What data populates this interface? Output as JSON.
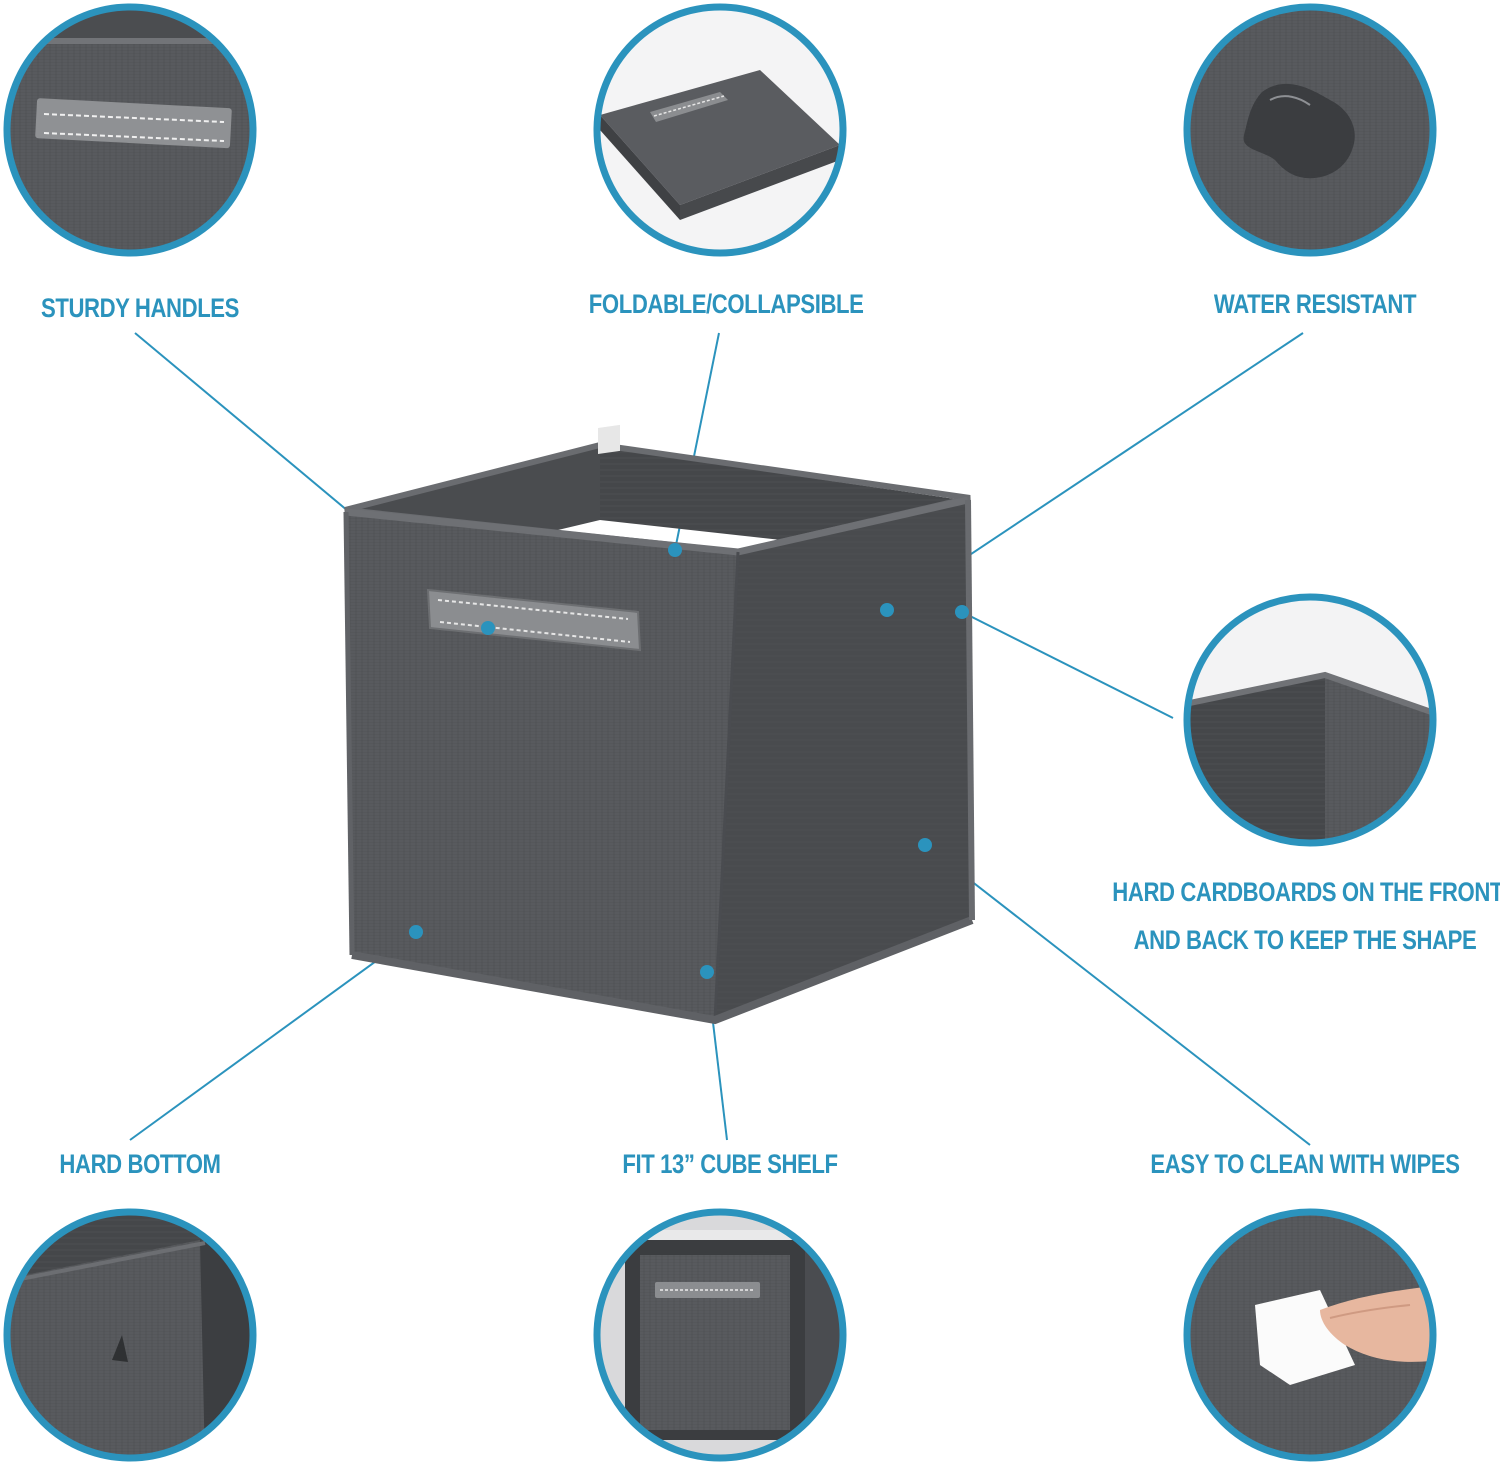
{
  "features": {
    "sturdy_handles": "STURDY HANDLES",
    "foldable": "FOLDABLE/COLLAPSIBLE",
    "water_resistant": "WATER RESISTANT",
    "hard_cardboards_line1": "HARD CARDBOARDS ON THE FRONT",
    "hard_cardboards_line2": "AND BACK TO KEEP THE SHAPE",
    "hard_bottom": "HARD BOTTOM",
    "fit_cube_shelf": "FIT 13” CUBE SHELF",
    "easy_to_clean": "EASY TO CLEAN WITH WIPES"
  },
  "colors": {
    "accent": "#2b93bd",
    "fabric": "#555659",
    "fabric_dark": "#3e3f42",
    "background": "#ffffff"
  }
}
